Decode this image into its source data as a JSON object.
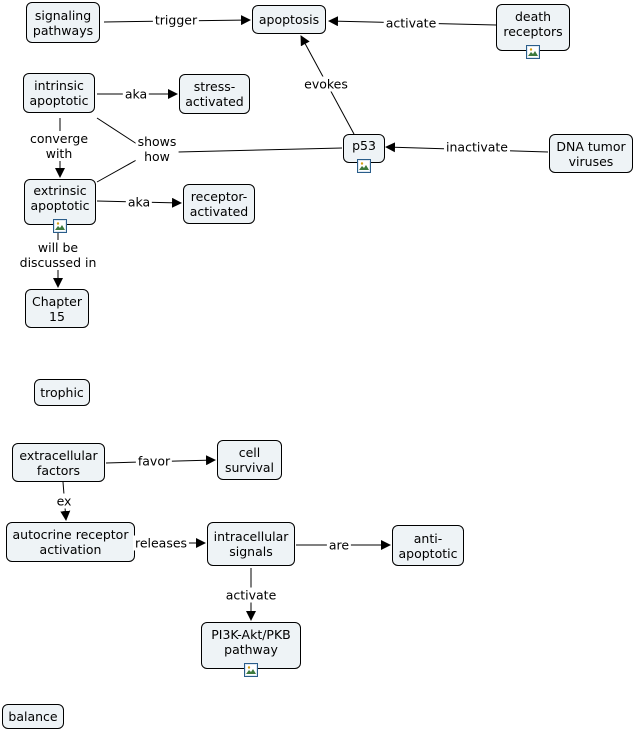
{
  "nodes": {
    "signaling_pathways": "signaling\npathways",
    "apoptosis": "apoptosis",
    "death_receptors": "death\nreceptors",
    "intrinsic_apoptotic": "intrinsic\napoptotic",
    "stress_activated": "stress-\nactivated",
    "p53": "p53",
    "dna_tumor_viruses": "DNA tumor\nviruses",
    "extrinsic_apoptotic": "extrinsic\napoptotic",
    "receptor_activated": "receptor-\nactivated",
    "chapter_15": "Chapter\n15",
    "trophic": "trophic",
    "extracellular_factors": "extracellular\nfactors",
    "cell_survival": "cell\nsurvival",
    "autocrine_receptor_activation": "autocrine receptor\nactivation",
    "intracellular_signals": "intracellular\nsignals",
    "anti_apoptotic": "anti-\napoptotic",
    "pi3k_pathway": "PI3K-Akt/PKB\npathway",
    "balance": "balance"
  },
  "links": {
    "trigger": "trigger",
    "activate_death": "activate",
    "evokes": "evokes",
    "aka_intrinsic": "aka",
    "converge_with": "converge\nwith",
    "shows_how": "shows\nhow",
    "inactivate": "inactivate",
    "aka_extrinsic": "aka",
    "will_be_discussed_in": "will be\ndiscussed in",
    "favor": "favor",
    "ex": "ex",
    "releases": "releases",
    "are": "are",
    "activate_pi3k": "activate"
  },
  "colors": {
    "node_fill": "#eef3f6",
    "node_border": "#000000",
    "image_icon": "#2a5d8a"
  },
  "icons": [
    "image-icon"
  ]
}
